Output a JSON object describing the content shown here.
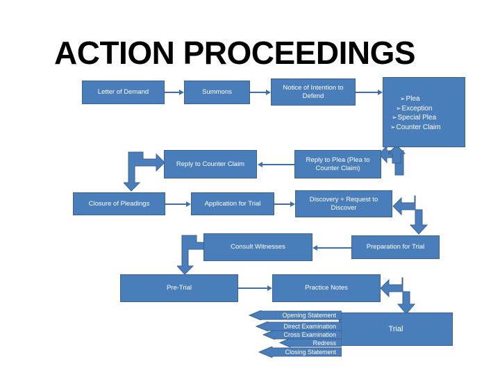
{
  "slide": {
    "title": "ACTION PROCEEDINGS",
    "background_color": "#ffffff",
    "node_fill_color": "#4a7ebb",
    "node_border_color": "#39618f",
    "connector_color": "#3f6fa8",
    "node_text_color": "#ffffff",
    "title_text_color": "#000000"
  },
  "nodes": {
    "letter_of_demand": "Letter of Demand",
    "summons": "Summons",
    "notice_of_intention": "Notice of Intention to Defend",
    "plea_box_bullets": [
      "Plea",
      "Exception",
      "Special Plea",
      "Counter Claim"
    ],
    "bullet_glyph": "➢",
    "reply_to_counter_claim": "Reply to Counter Claim",
    "reply_to_plea": "Reply to Plea (Plea to Counter Claim)",
    "closure_of_pleadings": "Closure of Pleadings",
    "application_for_trial": "Application for Trial",
    "discovery_request": "Discovery + Request to Discover",
    "consult_witnesses": "Consult Witnesses",
    "preparation_for_trial": "Preparation for  Trial",
    "pre_trial": "Pre-Trial",
    "practice_notes": "Practice Notes",
    "trial": "Trial"
  },
  "trial_stages": [
    "Opening Statement",
    "Direct Examination",
    "Cross Examination",
    "Redress",
    "Closing Statement"
  ]
}
